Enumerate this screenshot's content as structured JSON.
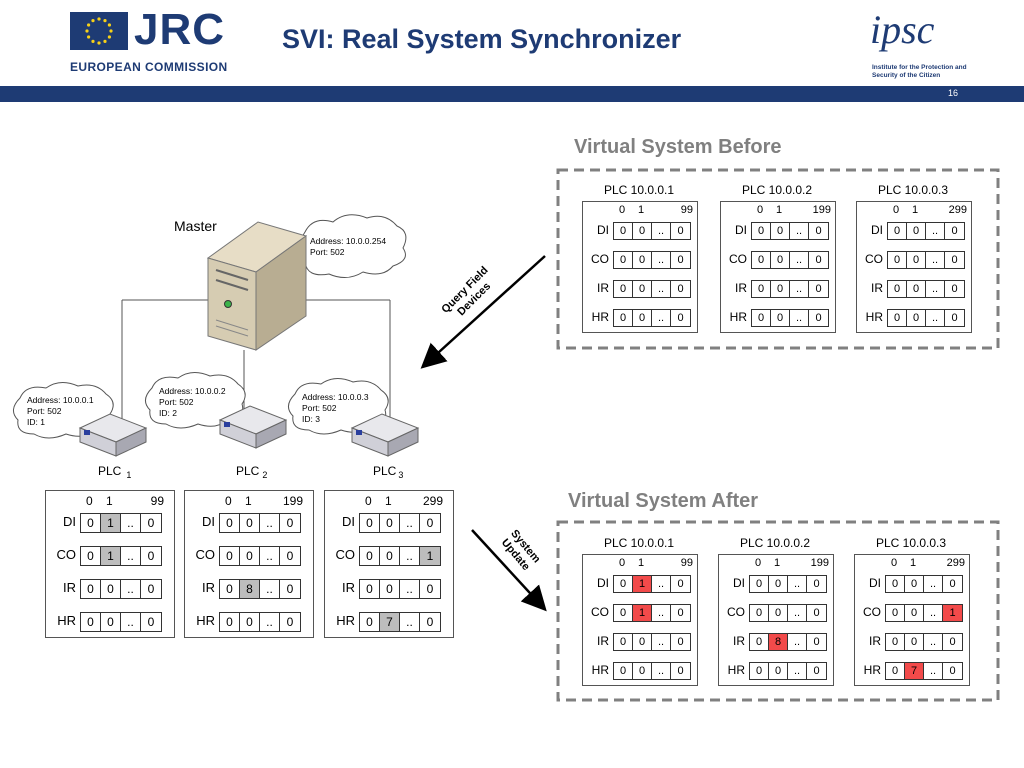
{
  "header": {
    "title": "SVI: Real System Synchronizer",
    "slide_number": "16",
    "jrc_logo": "JRC",
    "jrc_subtitle": "EUROPEAN COMMISSION",
    "ipsc_logo": "ipsc",
    "ipsc_subtitle": "Institute for the Protection and Security of the Citizen"
  },
  "colors": {
    "brand": "#1e3b74",
    "highlight_grey": "#bdbdbd",
    "highlight_red": "#f24a4a",
    "section_title": "#808080"
  },
  "master": {
    "label": "Master",
    "address": "Address: 10.0.0.254",
    "port": "Port: 502"
  },
  "plc_devices": [
    {
      "label": "PLC",
      "sub": "1",
      "address": "Address: 10.0.0.1",
      "port": "Port: 502",
      "id": "ID: 1"
    },
    {
      "label": "PLC",
      "sub": "2",
      "address": "Address: 10.0.0.2",
      "port": "Port: 502",
      "id": "ID: 2"
    },
    {
      "label": "PLC",
      "sub": "3",
      "address": "Address: 10.0.0.3",
      "port": "Port: 502",
      "id": "ID: 3"
    }
  ],
  "arrows": {
    "query": "Query Field Devices",
    "update": "System Update"
  },
  "virtual_before": {
    "title": "Virtual System Before",
    "plcs": [
      {
        "name": "PLC 10.0.0.1",
        "h0": "0",
        "h1": "1",
        "hn": "99",
        "rows": [
          [
            "DI",
            "0",
            "0",
            "..",
            "0"
          ],
          [
            "CO",
            "0",
            "0",
            "..",
            "0"
          ],
          [
            "IR",
            "0",
            "0",
            "..",
            "0"
          ],
          [
            "HR",
            "0",
            "0",
            "..",
            "0"
          ]
        ]
      },
      {
        "name": "PLC 10.0.0.2",
        "h0": "0",
        "h1": "1",
        "hn": "199",
        "rows": [
          [
            "DI",
            "0",
            "0",
            "..",
            "0"
          ],
          [
            "CO",
            "0",
            "0",
            "..",
            "0"
          ],
          [
            "IR",
            "0",
            "0",
            "..",
            "0"
          ],
          [
            "HR",
            "0",
            "0",
            "..",
            "0"
          ]
        ]
      },
      {
        "name": "PLC 10.0.0.3",
        "h0": "0",
        "h1": "1",
        "hn": "299",
        "rows": [
          [
            "DI",
            "0",
            "0",
            "..",
            "0"
          ],
          [
            "CO",
            "0",
            "0",
            "..",
            "0"
          ],
          [
            "IR",
            "0",
            "0",
            "..",
            "0"
          ],
          [
            "HR",
            "0",
            "0",
            "..",
            "0"
          ]
        ]
      }
    ]
  },
  "real_plcs": [
    {
      "h0": "0",
      "h1": "1",
      "hn": "99",
      "rows": [
        [
          "DI",
          "0",
          "1",
          "..",
          "0"
        ],
        [
          "CO",
          "0",
          "1",
          "..",
          "0"
        ],
        [
          "IR",
          "0",
          "0",
          "..",
          "0"
        ],
        [
          "HR",
          "0",
          "0",
          "..",
          "0"
        ]
      ]
    },
    {
      "h0": "0",
      "h1": "1",
      "hn": "199",
      "rows": [
        [
          "DI",
          "0",
          "0",
          "..",
          "0"
        ],
        [
          "CO",
          "0",
          "0",
          "..",
          "0"
        ],
        [
          "IR",
          "0",
          "8",
          "..",
          "0"
        ],
        [
          "HR",
          "0",
          "0",
          "..",
          "0"
        ]
      ]
    },
    {
      "h0": "0",
      "h1": "1",
      "hn": "299",
      "rows": [
        [
          "DI",
          "0",
          "0",
          "..",
          "0"
        ],
        [
          "CO",
          "0",
          "0",
          "..",
          "1"
        ],
        [
          "IR",
          "0",
          "0",
          "..",
          "0"
        ],
        [
          "HR",
          "0",
          "7",
          "..",
          "0"
        ]
      ]
    }
  ],
  "virtual_after": {
    "title": "Virtual System After",
    "plcs": [
      {
        "name": "PLC 10.0.0.1",
        "h0": "0",
        "h1": "1",
        "hn": "99",
        "rows": [
          [
            "DI",
            "0",
            "1",
            "..",
            "0"
          ],
          [
            "CO",
            "0",
            "1",
            "..",
            "0"
          ],
          [
            "IR",
            "0",
            "0",
            "..",
            "0"
          ],
          [
            "HR",
            "0",
            "0",
            "..",
            "0"
          ]
        ]
      },
      {
        "name": "PLC 10.0.0.2",
        "h0": "0",
        "h1": "1",
        "hn": "199",
        "rows": [
          [
            "DI",
            "0",
            "0",
            "..",
            "0"
          ],
          [
            "CO",
            "0",
            "0",
            "..",
            "0"
          ],
          [
            "IR",
            "0",
            "8",
            "..",
            "0"
          ],
          [
            "HR",
            "0",
            "0",
            "..",
            "0"
          ]
        ]
      },
      {
        "name": "PLC 10.0.0.3",
        "h0": "0",
        "h1": "1",
        "hn": "299",
        "rows": [
          [
            "DI",
            "0",
            "0",
            "..",
            "0"
          ],
          [
            "CO",
            "0",
            "0",
            "..",
            "1"
          ],
          [
            "IR",
            "0",
            "0",
            "..",
            "0"
          ],
          [
            "HR",
            "0",
            "7",
            "..",
            "0"
          ]
        ]
      }
    ]
  }
}
